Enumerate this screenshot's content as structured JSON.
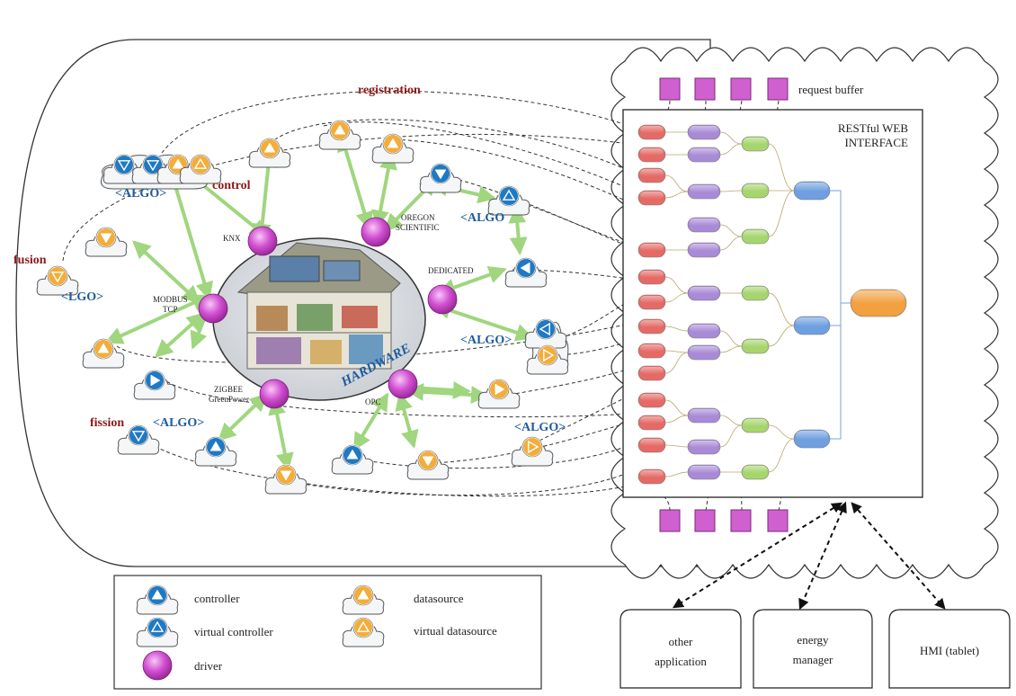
{
  "labels": {
    "registration": "registration",
    "control": "control",
    "fusion": "fusion",
    "fission": "fission",
    "algo": "<ALGO>",
    "algo_short": "<ALGO",
    "lgo": "<LGO>",
    "hardware": "HARDWARE",
    "request_buffer": "request buffer",
    "restful_line1": "RESTful WEB",
    "restful_line2": "INTERFACE"
  },
  "drivers": {
    "knx": "KNX",
    "oregon_1": "OREGON",
    "oregon_2": "SCIENTIFIC",
    "dedicated": "DEDICATED",
    "modbus_1": "MODBUS",
    "modbus_2": "TCP",
    "zigbee_1": "ZIGBEE",
    "zigbee_2": "GreenPower",
    "opc": "OPC"
  },
  "legend": {
    "controller": "controller",
    "virtual_controller": "virtual controller",
    "driver": "driver",
    "datasource": "datasource",
    "virtual_datasource": "virtual datasource"
  },
  "clients": {
    "other_1": "other",
    "other_2": "application",
    "energy_1": "energy",
    "energy_2": "manager",
    "hmi": "HMI (tablet)"
  },
  "colors": {
    "driver": "#d24fd2",
    "controller": "#1f79c4",
    "datasource": "#f3ad3a",
    "arrow_green": "#9fd67e",
    "red_node": "#e56a66",
    "purple_node": "#a88ad6",
    "green_node": "#a6d56d",
    "blue_node": "#6e9fe0",
    "orange_node": "#f2a040",
    "buffer": "#d060d0",
    "label_red": "#8b1a1a",
    "label_blue": "#1e5a9c"
  }
}
